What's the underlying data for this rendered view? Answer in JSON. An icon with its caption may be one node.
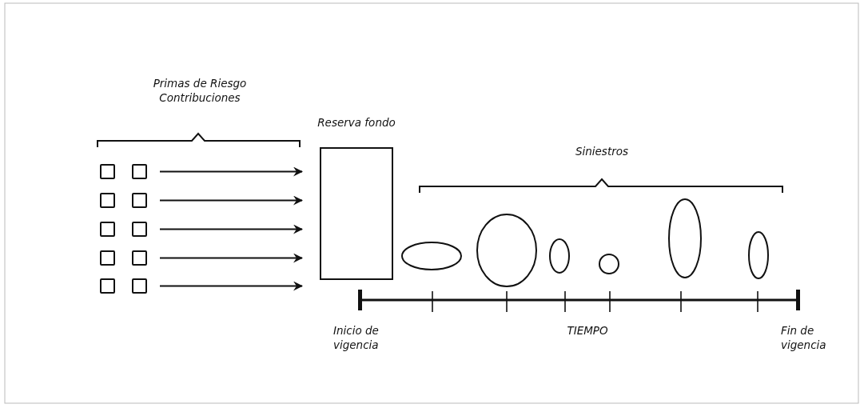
{
  "diagram": {
    "nodes": [
      {
        "text": [],
        "shape": "box"
      },
      {
        "text": [],
        "shape": "box"
      },
      {
        "text": [],
        "shape": "box"
      },
      {
        "text": [],
        "shape": "box"
      },
      {
        "text": [],
        "shape": "box"
      },
      {
        "text": [],
        "shape": "box"
      },
      {
        "text": [],
        "shape": "box"
      },
      {
        "text": [],
        "shape": "box"
      },
      {
        "text": [],
        "shape": "box"
      },
      {
        "text": [],
        "shape": "box"
      },
      {
        "text": [
          "Reserva fondo"
        ]
      },
      {
        "text": [],
        "shape": "circle"
      },
      {
        "text": [],
        "shape": "circle"
      },
      {
        "text": [],
        "shape": "circle"
      },
      {
        "text": [],
        "shape": "circle"
      },
      {
        "text": [],
        "shape": "circle"
      },
      {
        "text": [],
        "shape": "circle"
      }
    ],
    "edges": [
      {
        "from": 1,
        "to": 10,
        "arrow": "to"
      },
      {
        "from": 3,
        "to": 10,
        "arrow": "to"
      },
      {
        "from": 5,
        "to": 10,
        "arrow": "to"
      },
      {
        "from": 7,
        "to": 10,
        "arrow": "to"
      },
      {
        "from": 9,
        "to": 10,
        "arrow": "to"
      }
    ],
    "labels": [
      "Primas de Riesgo Contribuciones",
      "Siniestros",
      "Inicio de vigencia",
      "TIEMPO",
      "Fin de vigencia"
    ]
  }
}
